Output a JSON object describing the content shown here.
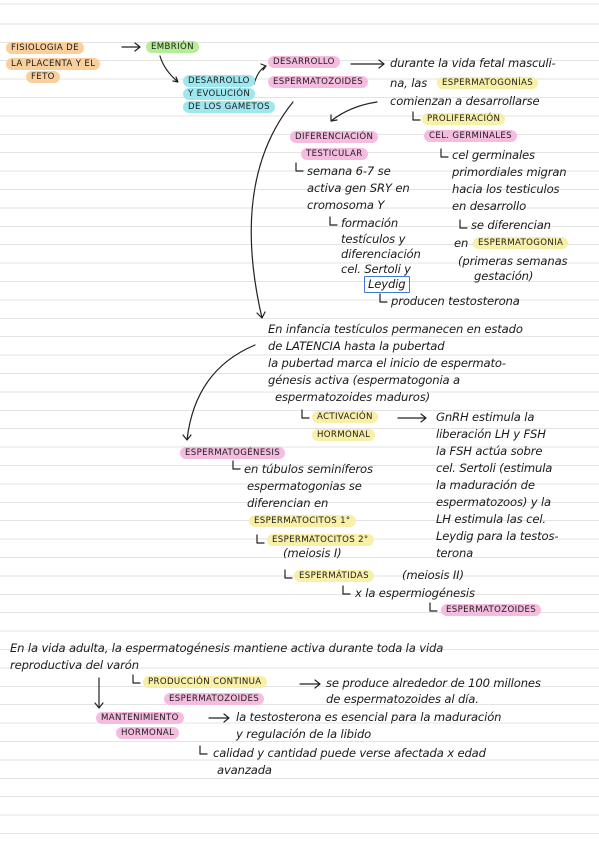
{
  "heads": {
    "fisiologia_1": "FISIOLOGIA DE",
    "fisiologia_2": "LA PLACENTA Y EL",
    "fisiologia_3": "FETO",
    "embrion": "EMBRIÓN",
    "desarrollo_1": "DESARROLLO",
    "desarrollo_2": "Y EVOLUCIÓN",
    "desarrollo_3": "DE LOS GAMETOS",
    "desarrollo_esp_1": "DESARROLLO",
    "desarrollo_esp_2": "ESPERMATOZOIDES",
    "proliferacion": "PROLIFERACIÓN",
    "cel_germinales": "CEL. GERMINALES",
    "diferenciacion_1": "DIFERENCIACIÓN",
    "diferenciacion_2": "TESTICULAR",
    "espermatogenesis": "ESPERMATOGÉNESIS",
    "activacion_1": "ACTIVACIÓN",
    "activacion_2": "HORMONAL",
    "espermatocitos_1": "ESPERMATOCITOS 1°",
    "espermatocitos_2": "ESPERMATOCITOS 2°",
    "espermatidas": "ESPERMÁTIDAS",
    "espermatozoides": "ESPERMATOZOIDES",
    "produccion_1": "PRODUCCIÓN CONTINUA",
    "produccion_2": "ESPERMATOZOIDES",
    "mantenimiento_1": "MANTENIMIENTO",
    "mantenimiento_2": "HORMONAL"
  },
  "lines": {
    "vida_fetal_1": "durante la vida fetal masculi-",
    "vida_fetal_2a": "na, las",
    "vida_fetal_2b": "ESPERMATOGONÍAS",
    "vida_fetal_3": "comienzan a desarrollarse",
    "cel_1": "cel germinales",
    "cel_2": "primordiales migran",
    "cel_3": "hacia los testiculos",
    "cel_4": "en desarrollo",
    "cel_5": "se diferencian",
    "cel_6a": "en",
    "cel_6b": "ESPERMATOGONIA",
    "cel_7": "(primeras semanas",
    "cel_8": "gestación)",
    "sem_1": "semana 6-7 se",
    "sem_2": "activa gen SRY en",
    "sem_3": "cromosoma Y",
    "sem_4": "formación",
    "sem_5": "testículos y",
    "sem_6": "diferenciación",
    "sem_7": "cel. Sertoli y",
    "sem_8": "Leydig",
    "testosterona": "producen testosterona",
    "infancia_1": "En infancia testículos permanecen en estado",
    "infancia_2": "de LATENCIA hasta la pubertad",
    "infancia_3": "la pubertad marca el inicio de espermato-",
    "infancia_4": "génesis activa (espermatogonia a",
    "infancia_5": "espermatozoides maduros)",
    "gnrh_1": "GnRH estimula la",
    "gnrh_2": "liberación LH y FSH",
    "gnrh_3": "la FSH actúa sobre",
    "gnrh_4": "cel. Sertoli (estimula",
    "gnrh_5": "la maduración de",
    "gnrh_6": "espermatozoos) y la",
    "gnrh_7": "LH estimula las cel.",
    "gnrh_8": "Leydig para la testos-",
    "gnrh_9": "terona",
    "tub_1": "en túbulos seminíferos",
    "tub_2": "espermatogonias se",
    "tub_3": "diferencian en",
    "meiosis_1": "(meiosis I)",
    "meiosis_2": "(meiosis II)",
    "espermiogenesis": "x la espermiogénesis",
    "adulta_1": "En la vida adulta, la espermatogénesis mantiene activa durante toda la vida",
    "adulta_2": "reproductiva del varón",
    "prod_1": "se produce alrededor de 100 millones",
    "prod_2": "de espermatozoides al día.",
    "mant_1": "la testosterona es esencial para la maduración",
    "mant_2": "y regulación de la libido",
    "mant_3": "calidad y cantidad puede verse afectada x edad",
    "mant_4": "avanzada"
  },
  "colors": {
    "peach": "#f9cf9c",
    "green": "#b7ec96",
    "pink": "#f6bce0",
    "cyan": "#9ee7ee",
    "yellow": "#f8f0a8",
    "box": "#3f79d8"
  }
}
